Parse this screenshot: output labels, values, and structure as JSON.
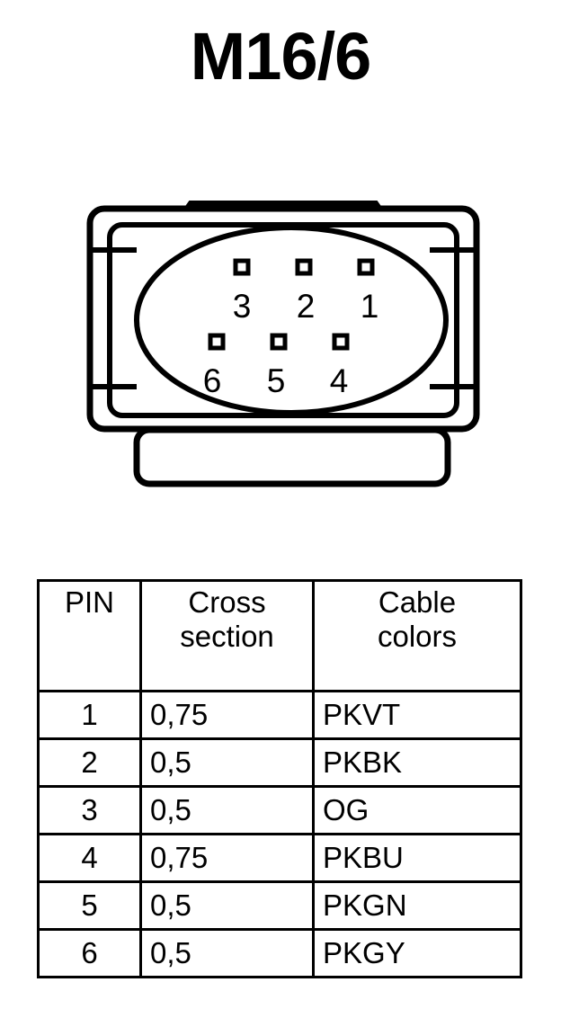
{
  "title": "M16/6",
  "connector": {
    "name": "connector-face-view",
    "pin_numbers_top_row": [
      "3",
      "2",
      "1"
    ],
    "pin_numbers_bottom_row": [
      "6",
      "5",
      "4"
    ],
    "pins": [
      {
        "number": "1",
        "row": "top",
        "position": "right"
      },
      {
        "number": "2",
        "row": "top",
        "position": "center"
      },
      {
        "number": "3",
        "row": "top",
        "position": "left"
      },
      {
        "number": "4",
        "row": "bottom",
        "position": "right"
      },
      {
        "number": "5",
        "row": "bottom",
        "position": "center"
      },
      {
        "number": "6",
        "row": "bottom",
        "position": "left"
      }
    ],
    "line_color": "#000000",
    "fill_color": "#ffffff"
  },
  "table": {
    "headers": [
      {
        "lines": [
          "PIN"
        ]
      },
      {
        "lines": [
          "Cross",
          "section"
        ]
      },
      {
        "lines": [
          "Cable",
          "colors"
        ]
      }
    ],
    "rows": [
      {
        "pin": "1",
        "cross_section": "0,75",
        "cable_color": "PKVT"
      },
      {
        "pin": "2",
        "cross_section": "0,5",
        "cable_color": "PKBK"
      },
      {
        "pin": "3",
        "cross_section": "0,5",
        "cable_color": "OG"
      },
      {
        "pin": "4",
        "cross_section": "0,75",
        "cable_color": "PKBU"
      },
      {
        "pin": "5",
        "cross_section": "0,5",
        "cable_color": "PKGN"
      },
      {
        "pin": "6",
        "cross_section": "0,5",
        "cable_color": "PKGY"
      }
    ]
  }
}
